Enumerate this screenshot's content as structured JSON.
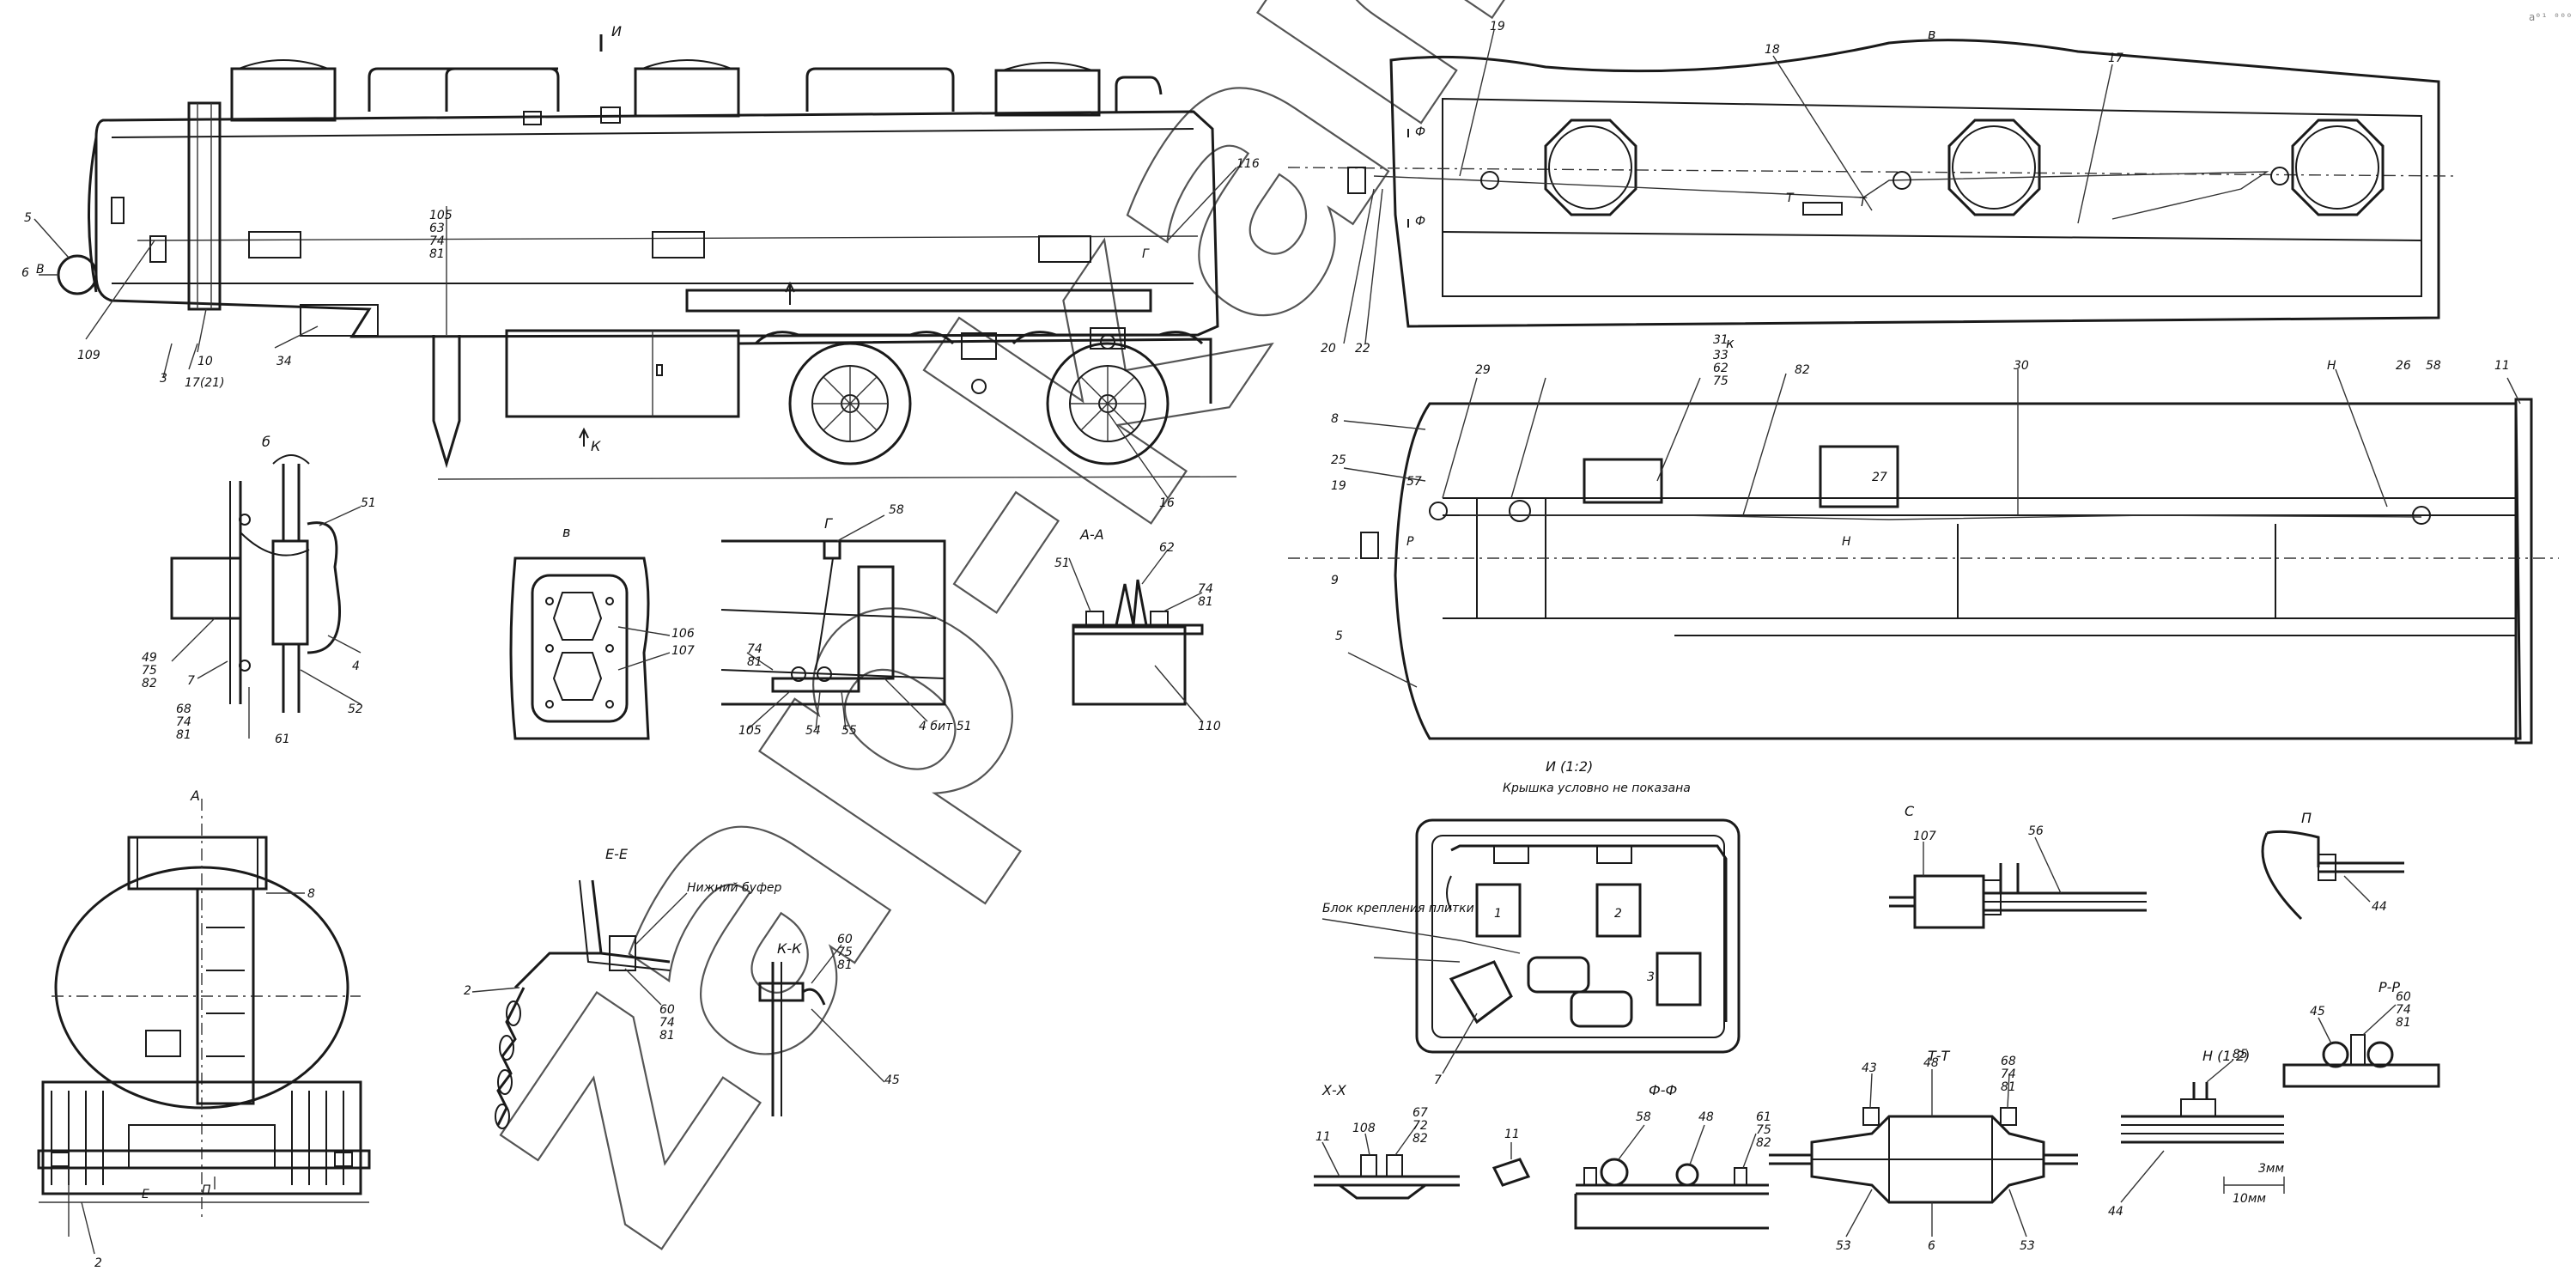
{
  "watermark": "zap-kam.ru",
  "corner_mark": "a⁰¹ ⁰⁰⁰",
  "views": {
    "side": {
      "title": "И",
      "section_label": "К"
    },
    "top_v": {
      "title": "в"
    },
    "top_k": {
      "title": "к"
    },
    "detail_b": {
      "title": "б"
    },
    "detail_v": {
      "title": "в"
    },
    "detail_g": {
      "title": "Г"
    },
    "section_aa": {
      "title": "А-А"
    },
    "rear_a": {
      "title": "А"
    },
    "section_ee": {
      "title": "Е-Е",
      "note": "Нижний буфер"
    },
    "section_kk": {
      "title": "К-К"
    },
    "box": {
      "title": "И (1:2)",
      "subtitle": "Крышка условно не показана",
      "callout": "Блок крепления плитки"
    },
    "detail_c": {
      "title": "С"
    },
    "detail_p": {
      "title": "П"
    },
    "section_xx": {
      "title": "Х-Х"
    },
    "section_ff": {
      "title": "Ф-Ф"
    },
    "section_tt": {
      "title": "Т-Т"
    },
    "detail_m": {
      "title": "Н (1:2)"
    },
    "section_pp": {
      "title": "Р-Р"
    }
  },
  "labels": {
    "side": [
      "5",
      "В",
      "6",
      "109",
      "10",
      "34",
      "3",
      "17(21)",
      "105",
      "63",
      "74",
      "81",
      "116",
      "16",
      "Г"
    ],
    "top_v": [
      "19",
      "18",
      "17",
      "20",
      "22",
      "Ф",
      "Ф",
      "Т",
      "Т"
    ],
    "top_k": [
      "8",
      "25",
      "19",
      "9",
      "5",
      "29",
      "31",
      "33",
      "62",
      "75",
      "82",
      "30",
      "27",
      "Н",
      "Н",
      "26",
      "58",
      "11",
      "57",
      "Р",
      "Р"
    ],
    "detail_b": [
      "51",
      "49",
      "75",
      "82",
      "7",
      "68",
      "74",
      "81",
      "61",
      "4",
      "52"
    ],
    "detail_v": [
      "106",
      "107"
    ],
    "detail_g": [
      "58",
      "74",
      "81",
      "105",
      "54",
      "55",
      "4 бит 51"
    ],
    "section_aa": [
      "51",
      "62",
      "74",
      "81",
      "110"
    ],
    "rear_a": [
      "8",
      "Е",
      "П",
      "2"
    ],
    "section_ee": [
      "2",
      "60",
      "74",
      "81"
    ],
    "section_kk": [
      "60",
      "75",
      "81",
      "45"
    ],
    "box": [
      "1",
      "2",
      "3",
      "7"
    ],
    "detail_c": [
      "107",
      "56"
    ],
    "detail_p": [
      "44"
    ],
    "section_xx": [
      "11",
      "108",
      "67",
      "72",
      "82",
      "11"
    ],
    "section_ff": [
      "58",
      "48",
      "61",
      "75",
      "82"
    ],
    "section_tt": [
      "43",
      "48",
      "68",
      "74",
      "81",
      "53",
      "6",
      "53"
    ],
    "detail_m": [
      "85",
      "44",
      "10мм",
      "3мм"
    ],
    "section_pp": [
      "45",
      "60",
      "74",
      "81"
    ]
  }
}
